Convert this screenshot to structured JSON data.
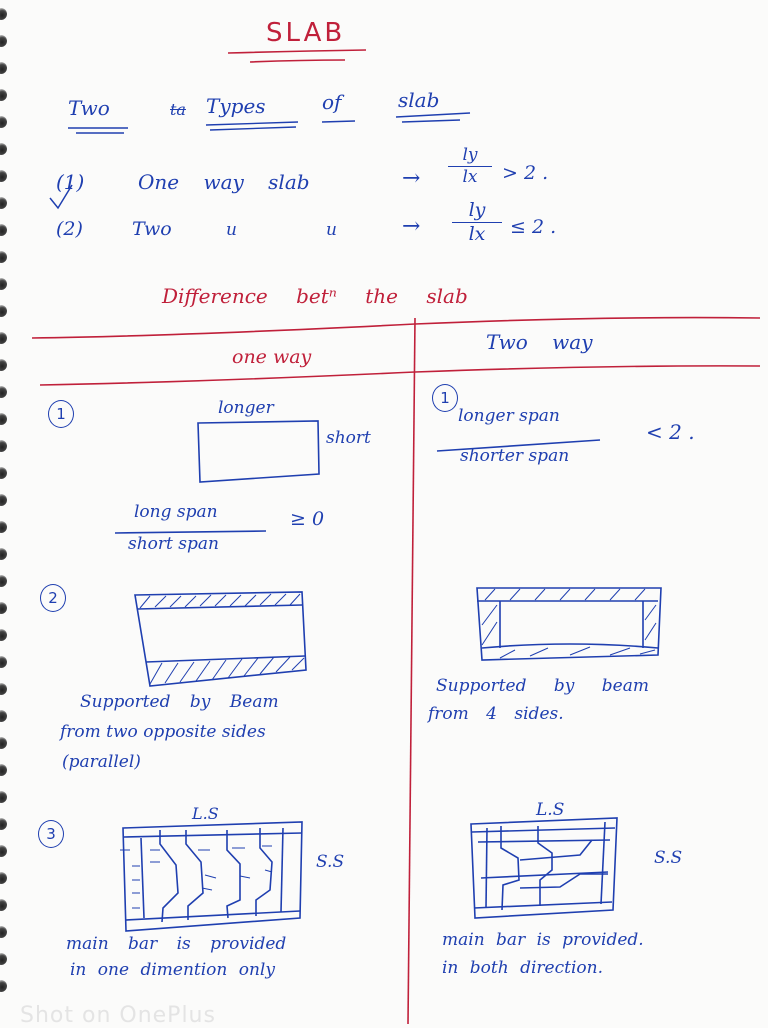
{
  "page": {
    "title": "SLAB",
    "types_heading": {
      "word1": "Two",
      "struck": "ta",
      "word2": "Types",
      "word3": "of",
      "word4": "slab"
    },
    "types": [
      {
        "marker": "(1)",
        "label": "One way slab",
        "arrow": "→",
        "ratio_numerator": "ly",
        "ratio_denominator": "lx",
        "condition": "> 2 ."
      },
      {
        "marker": "(2)",
        "label_word": "Two",
        "ditto1": "u",
        "ditto2": "u",
        "arrow": "→",
        "ratio_numerator": "ly",
        "ratio_denominator": "lx",
        "condition": "≤ 2 ."
      }
    ],
    "difference_heading": "Difference betⁿ the slab",
    "columns": {
      "left": "one way",
      "right": "Two way"
    },
    "rows": [
      {
        "number": "1",
        "left": {
          "diagram_top_label": "longer",
          "diagram_side_label": "short",
          "ratio_numerator": "long span",
          "ratio_denominator": "short span",
          "condition": "≥ 0"
        },
        "right": {
          "ratio_numerator": "longer span",
          "ratio_denominator": "shorter span",
          "condition": "< 2 ."
        }
      },
      {
        "number": "2",
        "left": {
          "text_line1": "Supported by Beam",
          "text_line2": "from two opposite sides",
          "text_line3": "(parallel)"
        },
        "right": {
          "text_line1": "Supported by beam",
          "text_line2": "from 4 sides."
        }
      },
      {
        "number": "3",
        "left": {
          "diagram_top_label": "L.S",
          "diagram_side_label": "S.S",
          "text_line1": "main bar is provided",
          "text_line2": "in one dimention only"
        },
        "right": {
          "diagram_top_label": "L.S",
          "diagram_side_label": "S.S",
          "text_line1": "main bar is provided.",
          "text_line2": "in both direction."
        }
      }
    ],
    "watermark": "Shot on OnePlus"
  },
  "colors": {
    "ink_blue": "#1f3fb0",
    "ink_red": "#c0203a",
    "paper": "#fbfbfa"
  }
}
